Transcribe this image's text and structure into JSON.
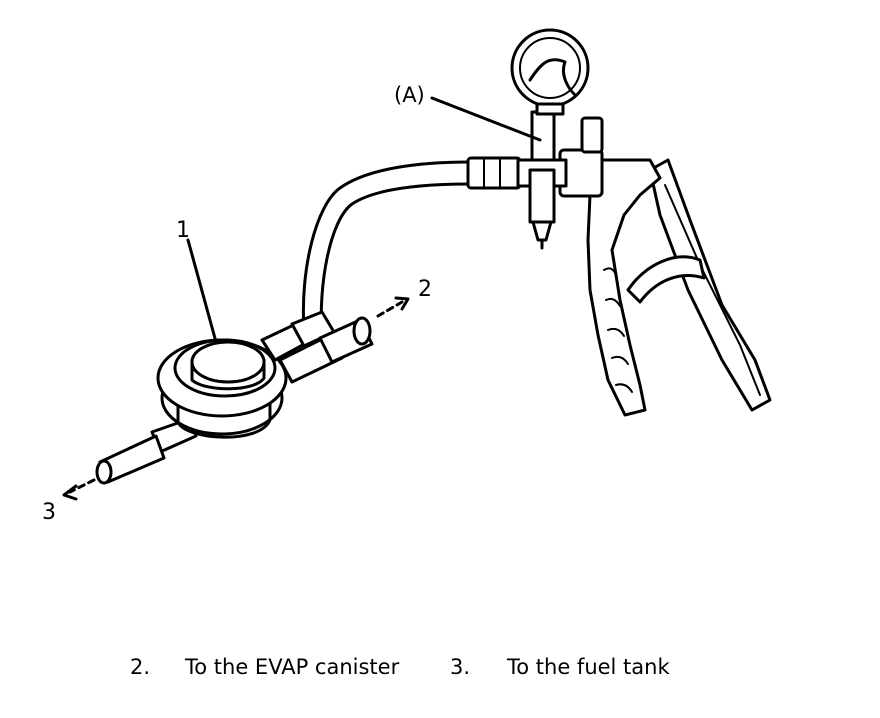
{
  "callouts": {
    "part_1": "1",
    "part_2": "2",
    "part_3": "3",
    "part_a": "(A)"
  },
  "legend": [
    {
      "number": "2.",
      "text": "To the EVAP canister"
    },
    {
      "number": "3.",
      "text": "To the fuel tank"
    }
  ]
}
